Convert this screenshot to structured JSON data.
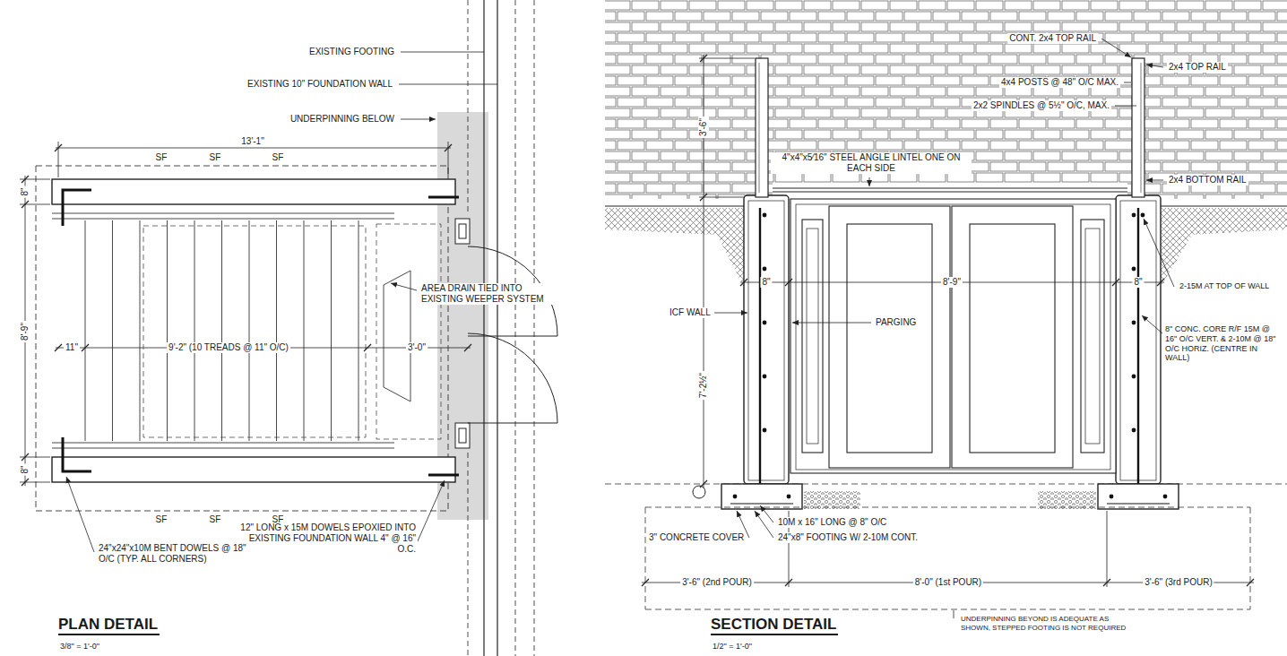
{
  "diagram": {
    "labels": [
      "EXISTING FOOTING",
      "EXISTING 10\" FOUNDATION WALL",
      "UNDERPINNING BELOW",
      "13'-1\"",
      "SF",
      "SF",
      "SF",
      "8\"",
      "8'-9\"",
      "8\"",
      "11\"",
      "9'-2\" (10 TREADS @ 11\" O/C)",
      "3'-0\"",
      "AREA DRAIN TIED INTO EXISTING WEEPER SYSTEM",
      "SF",
      "SF",
      "SF",
      "12\" LONG x 15M DOWELS EPOXIED INTO EXISTING FOUNDATION WALL 4\" @ 16\" O.C.",
      "24\"x24\"x10M BENT DOWELS @ 18\" O/C (TYP. ALL CORNERS)",
      "PLAN DETAIL",
      "3/8\" = 1'-0\"",
      "CONT. 2x4 TOP RAIL",
      "2x4 TOP RAIL",
      "4x4 POSTS @ 48\" O/C MAX.",
      "2x2 SPINDLES @ 5½\" O/C, MAX.",
      "3'-6\"",
      "4\"x4\"x5⁄16\" STEEL ANGLE LINTEL ONE ON EACH SIDE",
      "2x4 BOTTOM RAIL",
      "8\"",
      "8'-9\"",
      "8\"",
      "2-15M AT TOP OF WALL",
      "ICF WALL",
      "PARGING",
      "8\" CONC. CORE R/F 15M @ 16\" O/C VERT. & 2-10M @ 18\" O/C HORIZ. (CENTRE IN WALL)",
      "7'-2½\"",
      "10M x 16\" LONG @ 8\" O/C",
      "3\" CONCRETE COVER",
      "24\"x8\" FOOTING W/ 2-10M CONT.",
      "3'-6\" (2nd POUR)",
      "8'-0\" (1st POUR)",
      "3'-6\" (3rd POUR)",
      "UNDERPINNING BEYOND IS ADEQUATE AS SHOWN, STEPPED FOOTING IS NOT REQUIRED",
      "SECTION DETAIL",
      "1/2\" = 1'-0\""
    ]
  }
}
